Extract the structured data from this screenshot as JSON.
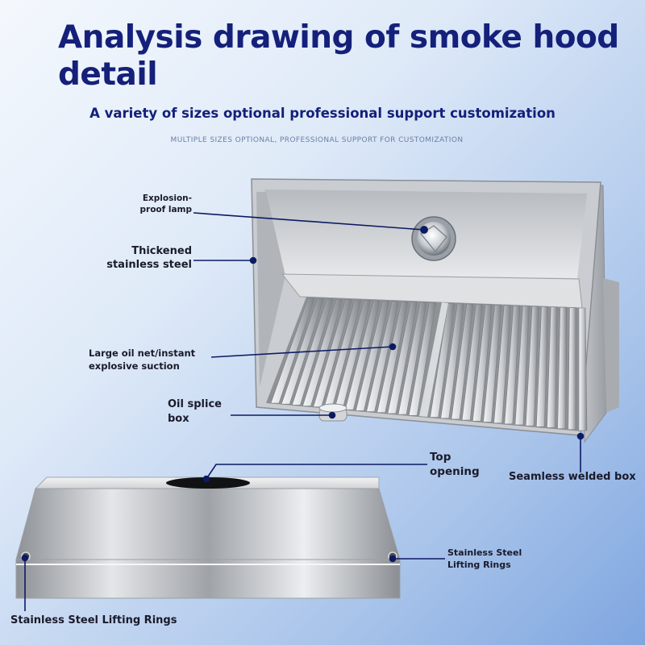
{
  "title": "Analysis drawing of smoke hood detail",
  "subtitle": "A variety of sizes optional professional support customization",
  "tagline": "MULTIPLE SIZES OPTIONAL, PROFESSIONAL SUPPORT FOR CUSTOMIZATION",
  "labels": {
    "lamp": "Explosion-proof lamp",
    "steel": "Thickened stainless steel",
    "oil_net": "Large oil net/instant explosive suction",
    "splice": "Oil splice box",
    "top": "Top opening",
    "welded": "Seamless welded box",
    "rings_right": "Stainless Steel Lifting Rings",
    "rings_left": "Stainless Steel Lifting Rings"
  },
  "colors": {
    "title": "#14207a",
    "leader": "#0d1a63",
    "background_light": "#f4f8fd",
    "background_dark": "#7fa6e0"
  }
}
